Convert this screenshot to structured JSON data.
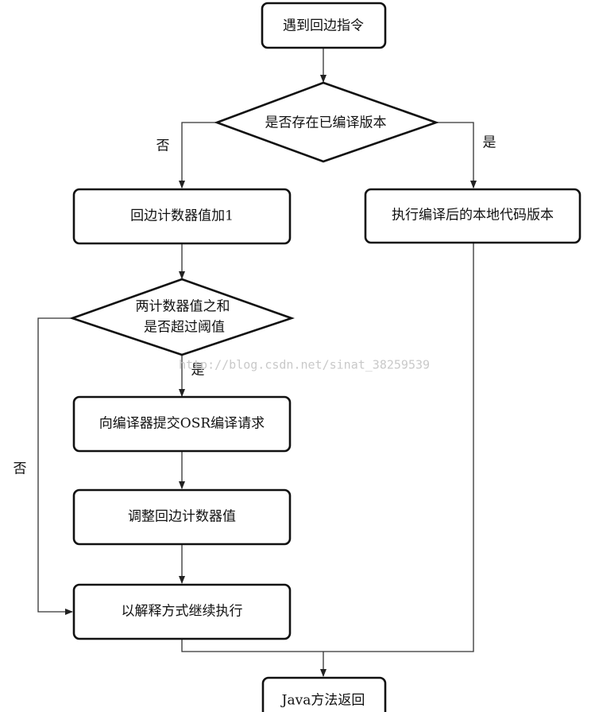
{
  "diagram": {
    "nodes": {
      "start": "遇到回边指令",
      "has_compiled": "是否存在已编译版本",
      "inc_counter": "回边计数器值加1",
      "check_threshold_line1": "两计数器值之和",
      "check_threshold_line2": "是否超过阈值",
      "run_native": "执行编译后的本地代码版本",
      "submit_osr": "向编译器提交OSR编译请求",
      "adjust_counter": "调整回边计数器值",
      "interpret": "以解释方式继续执行",
      "end": "Java方法返回"
    },
    "edge_labels": {
      "no_compiled": "否",
      "yes_compiled": "是",
      "yes_threshold": "是",
      "no_threshold": "否"
    },
    "watermark": "http://blog.csdn.net/sinat_38259539"
  }
}
